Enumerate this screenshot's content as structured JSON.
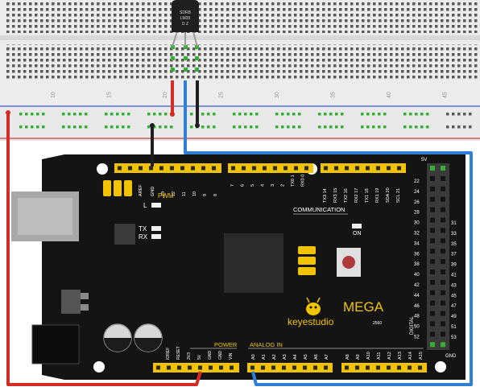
{
  "breadboard": {
    "column_labels": [
      "10",
      "15",
      "20",
      "25",
      "30",
      "35",
      "40",
      "45"
    ]
  },
  "sensor": {
    "line1": "SDRB",
    "line2": "LM35",
    "line3": "D Z"
  },
  "board": {
    "brand": "keyestudio",
    "model": "MEGA",
    "model_sub": "2560",
    "pwm_label": "PWM",
    "led_l": "L",
    "led_tx": "TX",
    "led_rx": "RX",
    "led_on": "ON",
    "communication_label": "COMMUNICATION",
    "power_label": "POWER",
    "analog_label": "ANALOG   IN",
    "digital_label": "DIGITAL",
    "five_v_label": "5V",
    "gnd_label": "GND",
    "top_pins_left": [
      "AREF",
      "GND",
      "13",
      "12",
      "11",
      "10",
      "9",
      "8"
    ],
    "top_pins_mid": [
      "7",
      "6",
      "5",
      "4",
      "3",
      "2",
      "TX0 1",
      "RX0 0"
    ],
    "top_pins_right": [
      "TX3 14",
      "RX3 15",
      "TX2 16",
      "RX2 17",
      "TX1 18",
      "RX1 19",
      "SDA 20",
      "SCL 21"
    ],
    "bottom_pins_power": [
      "IOREF",
      "RESET",
      "3V3",
      "5V",
      "GND",
      "GND",
      "VIN"
    ],
    "bottom_pins_analog_a": [
      "A0",
      "A1",
      "A2",
      "A3",
      "A4",
      "A5",
      "A6",
      "A7"
    ],
    "bottom_pins_analog_b": [
      "A8",
      "A9",
      "A10",
      "A11",
      "A12",
      "A13",
      "A14",
      "A15"
    ],
    "digital_left": [
      "22",
      "24",
      "26",
      "28",
      "30",
      "32",
      "34",
      "36",
      "38",
      "40",
      "42",
      "44",
      "46",
      "48",
      "50",
      "52"
    ],
    "digital_right": [
      "31",
      "33",
      "35",
      "37",
      "39",
      "41",
      "43",
      "45",
      "47",
      "49",
      "51",
      "53"
    ]
  },
  "wires": {
    "colors": {
      "red": "#d42c25",
      "blue": "#2f7fd6",
      "black": "#1e1e1e"
    }
  }
}
